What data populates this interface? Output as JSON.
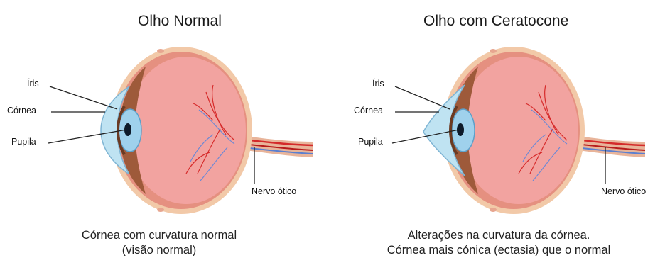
{
  "panels": [
    {
      "title": "Olho Normal",
      "labels": {
        "iris": "Íris",
        "cornea": "Córnea",
        "pupil": "Pupila",
        "nerve": "Nervo ótico"
      },
      "caption": [
        "Córnea com curvatura normal",
        "(visão normal)"
      ]
    },
    {
      "title": "Olho com Ceratocone",
      "labels": {
        "iris": "Íris",
        "cornea": "Córnea",
        "pupil": "Pupila",
        "nerve": "Nervo ótico"
      },
      "caption": [
        "Alterações na curvatura da córnea.",
        "Córnea mais cónica (ectasia) que o normal"
      ]
    }
  ]
}
